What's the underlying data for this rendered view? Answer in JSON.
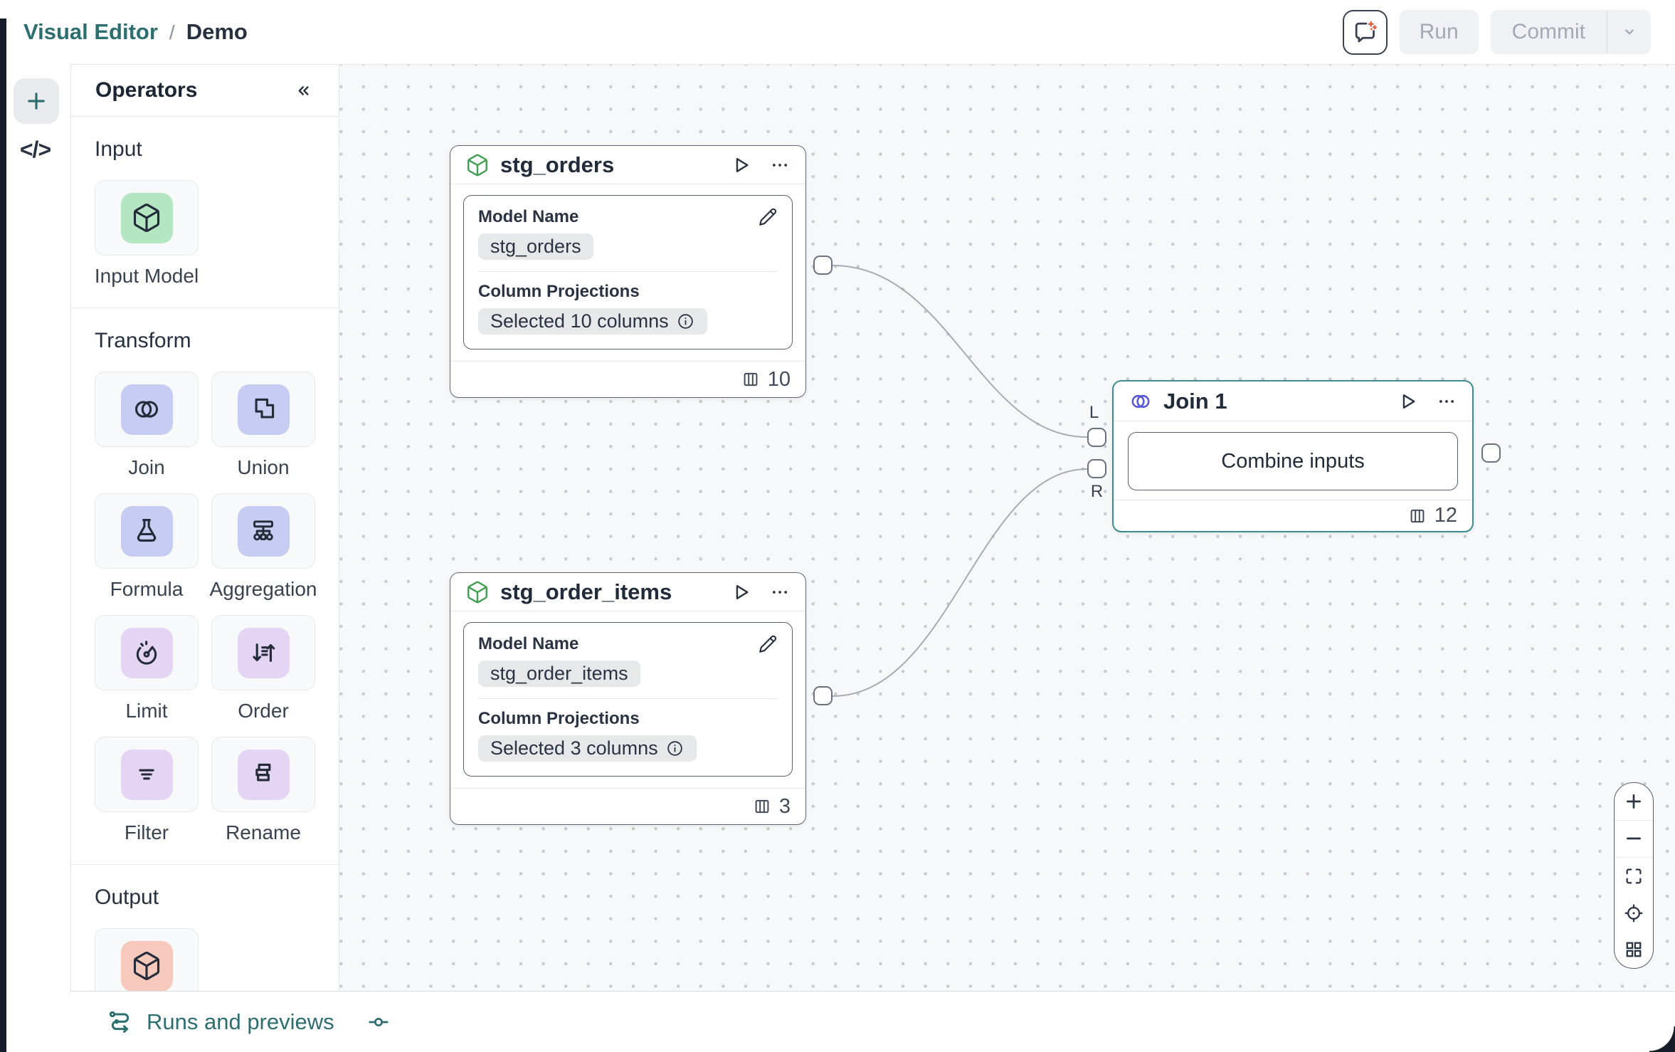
{
  "header": {
    "breadcrumb": {
      "root": "Visual Editor",
      "separator": "/",
      "current": "Demo"
    },
    "actions": {
      "run": "Run",
      "commit": "Commit"
    }
  },
  "icons": {
    "code_glyph": "</>"
  },
  "operators": {
    "title": "Operators",
    "sections": {
      "input": {
        "label": "Input",
        "items": [
          {
            "label": "Input Model",
            "icon": "cube-icon"
          }
        ]
      },
      "transform": {
        "label": "Transform",
        "items": [
          {
            "label": "Join",
            "icon": "join-icon"
          },
          {
            "label": "Union",
            "icon": "union-icon"
          },
          {
            "label": "Formula",
            "icon": "flask-icon"
          },
          {
            "label": "Aggregation",
            "icon": "aggregation-icon"
          },
          {
            "label": "Limit",
            "icon": "gauge-icon"
          },
          {
            "label": "Order",
            "icon": "sort-icon"
          },
          {
            "label": "Filter",
            "icon": "filter-icon"
          },
          {
            "label": "Rename",
            "icon": "stack-icon"
          }
        ]
      },
      "output": {
        "label": "Output",
        "items": [
          {
            "label": "",
            "icon": "cube-icon"
          }
        ]
      }
    }
  },
  "canvas": {
    "nodes": {
      "stg_orders": {
        "title": "stg_orders",
        "model_name_label": "Model Name",
        "model_name_value": "stg_orders",
        "projections_label": "Column Projections",
        "projections_value": "Selected 10 columns",
        "column_count": "10"
      },
      "stg_order_items": {
        "title": "stg_order_items",
        "model_name_label": "Model Name",
        "model_name_value": "stg_order_items",
        "projections_label": "Column Projections",
        "projections_value": "Selected 3 columns",
        "column_count": "3"
      },
      "join1": {
        "title": "Join 1",
        "action_label": "Combine inputs",
        "column_count": "12",
        "left_port_label": "L",
        "right_port_label": "R"
      }
    }
  },
  "bottom_bar": {
    "runs_label": "Runs and previews"
  },
  "colors": {
    "brand_teal": "#2d6e71",
    "join_node_accent": "#3c8d8e",
    "sparkle_orange": "#e4603d",
    "input_tile_green": "#b3e6c1",
    "transform_tile_indigo": "#c7ccf2",
    "transform_tile_violet": "#e4d5f5",
    "output_tile_salmon": "#f6c9bc",
    "canvas_background": "#f7f8f9",
    "canvas_dot": "#c7cad1",
    "edge_stroke": "#a7abb3"
  }
}
